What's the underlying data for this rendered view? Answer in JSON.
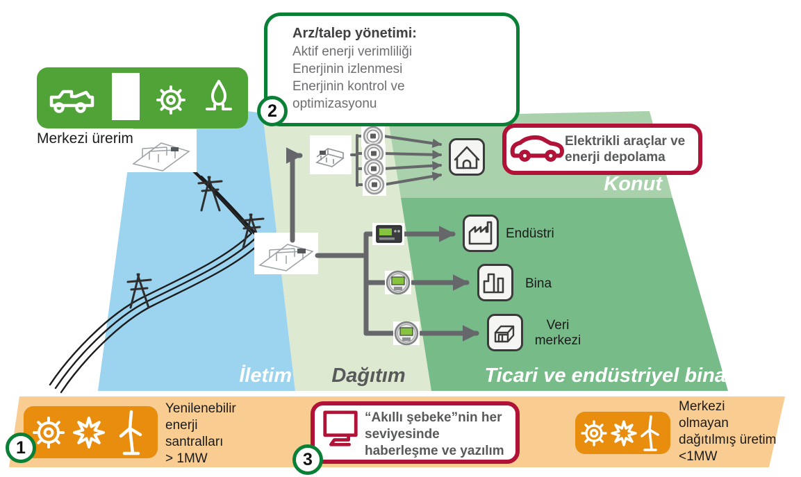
{
  "colors": {
    "brand-green": "#50a336",
    "deep-green": "#0a8036",
    "red": "#b11238",
    "blue-band": "#9cd3ef",
    "pale-green": "#dde9d0",
    "light-green": "#a9d2ac",
    "mid-green": "#77bb88",
    "orange-band": "#f9cd92",
    "orange-box": "#e88d0e",
    "line-gray": "#66676b",
    "wire-black": "#1c1c1c",
    "text-dark": "#414042",
    "text-gray": "#6d6e71",
    "label-gray": "#58595b"
  },
  "generation": {
    "label": "Merkezi ürerim"
  },
  "callout_supply_demand": {
    "number": "2",
    "title": "Arz/talep yönetimi:",
    "body": "Aktif enerji verimliliği\nEnerjinin izlenmesi\nEnerjinin kontrol ve\noptimizasyonu"
  },
  "ev_box": {
    "text": "Elektrikli araçlar ve\nenerji depolama"
  },
  "regions": {
    "transmission": "İletim",
    "distribution": "Dağıtım",
    "commercial": "Ticari ve endüstriyel bina",
    "residential": "Konut"
  },
  "consumers": {
    "industry": "Endüstri",
    "building": "Bina",
    "datacenter": "Veri\nmerkezi"
  },
  "bottom": {
    "renewables": {
      "number": "1",
      "text": "Yenilenebilir\nenerji\nsantralları\n> 1MW"
    },
    "smart_grid": {
      "number": "3",
      "text": "“Akıllı şebeke”nin her\nseviyesinde\nhaberleşme ve yazılım"
    },
    "distributed": {
      "text": "Merkezi\nolmayan\ndağıtılmış üretim\n<1MW"
    }
  },
  "icons": {
    "truck-icon": "dump truck",
    "plant-block-icon": "white block",
    "gear-icon": "gear",
    "gas-flame-icon": "gas flame",
    "sun-icon": "sun burst",
    "wind-turbine-icon": "wind turbine",
    "car-icon": "electric car",
    "monitor-icon": "computer monitor",
    "house-icon": "house",
    "factory-icon": "factory",
    "building-icon": "building skyline",
    "datacenter-icon": "3d server box",
    "meter-icon": "energy meter",
    "substation-icon": "substation sketch"
  }
}
